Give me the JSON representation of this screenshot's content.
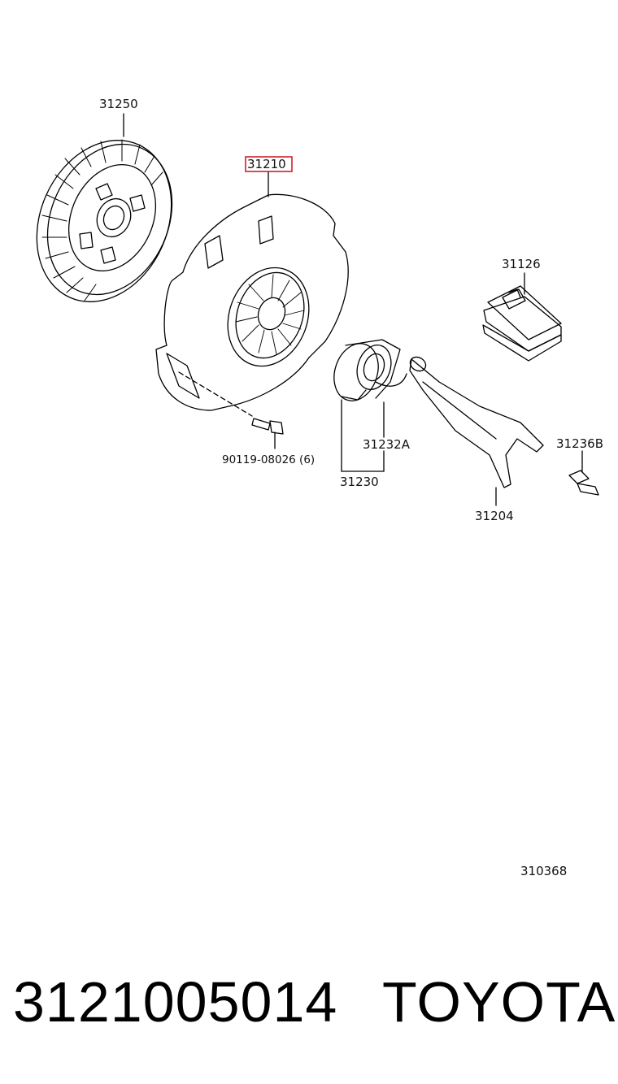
{
  "diagram": {
    "labels": {
      "clutch_disc": "31250",
      "clutch_cover": "31210",
      "boot": "31126",
      "release_bearing_hub": "31232A",
      "release_bearing": "31230",
      "bolt": "90119-08026 (6)",
      "release_fork": "31204",
      "fork_pivot": "31236B",
      "figure_code": "310368"
    },
    "highlighted_label": "31210",
    "highlight_color": "#d0202a"
  },
  "footer": {
    "part_number": "3121005014",
    "brand": "TOYOTA"
  }
}
